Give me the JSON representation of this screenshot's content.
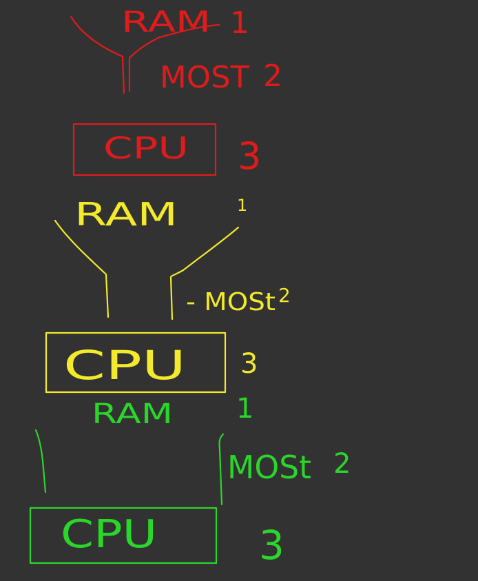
{
  "colors": {
    "background": "#323232",
    "red": "#e01b1b",
    "yellow": "#f2ea2a",
    "green": "#2bd62b"
  },
  "diagrams": {
    "red": {
      "ram_label": "RAM",
      "ram_number": "1",
      "most_label": "MOST",
      "most_number": "2",
      "cpu_label": "CPU",
      "cpu_number": "3"
    },
    "yellow": {
      "ram_label": "RAM",
      "ram_number": "1",
      "most_label": "- MOSt",
      "most_number": "2",
      "cpu_label": "CPU",
      "cpu_number": "3"
    },
    "green": {
      "ram_label": "RAM",
      "ram_number": "1",
      "most_label": "MOSt",
      "most_number": "2",
      "cpu_label": "CPU",
      "cpu_number": "3"
    }
  }
}
